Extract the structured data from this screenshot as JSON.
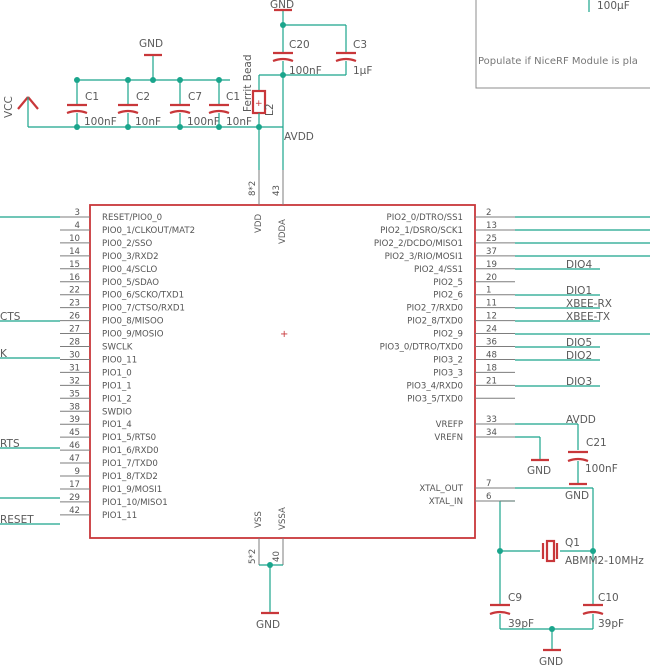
{
  "chip": {
    "left_pins": [
      {
        "num": "3",
        "name": "RESET/PIO0_0"
      },
      {
        "num": "4",
        "name": "PIO0_1/CLKOUT/MAT2"
      },
      {
        "num": "10",
        "name": "PIO0_2/SSO"
      },
      {
        "num": "14",
        "name": "PIO0_3/RXD2"
      },
      {
        "num": "15",
        "name": "PIO0_4/SCLO"
      },
      {
        "num": "16",
        "name": "PIO0_5/SDAO"
      },
      {
        "num": "22",
        "name": "PIO0_6/SCKO/TXD1"
      },
      {
        "num": "23",
        "name": "PIO0_7/CTSO/RXD1"
      },
      {
        "num": "26",
        "name": "PIO0_8/MISOO"
      },
      {
        "num": "27",
        "name": "PIO0_9/MOSIO"
      },
      {
        "num": "28",
        "name": "SWCLK"
      },
      {
        "num": "30",
        "name": "PIO0_11"
      },
      {
        "num": "31",
        "name": "PIO1_0"
      },
      {
        "num": "32",
        "name": "PIO1_1"
      },
      {
        "num": "35",
        "name": "PIO1_2"
      },
      {
        "num": "38",
        "name": "SWDIO"
      },
      {
        "num": "39",
        "name": "PIO1_4"
      },
      {
        "num": "45",
        "name": "PIO1_5/RTS0"
      },
      {
        "num": "46",
        "name": "PIO1_6/RXD0"
      },
      {
        "num": "47",
        "name": "PIO1_7/TXD0"
      },
      {
        "num": "9",
        "name": "PIO1_8/TXD2"
      },
      {
        "num": "17",
        "name": "PIO1_9/MOSI1"
      },
      {
        "num": "29",
        "name": "PIO1_10/MISO1"
      },
      {
        "num": "42",
        "name": "PIO1_11"
      }
    ],
    "right_pins": [
      {
        "num": "2",
        "name": "PIO2_0/DTRO/SS1"
      },
      {
        "num": "13",
        "name": "PIO2_1/DSRO/SCK1"
      },
      {
        "num": "25",
        "name": "PIO2_2/DCDO/MISO1"
      },
      {
        "num": "37",
        "name": "PIO2_3/RIO/MOSI1"
      },
      {
        "num": "19",
        "name": "PIO2_4/SS1"
      },
      {
        "num": "20",
        "name": "PIO2_5"
      },
      {
        "num": "1",
        "name": "PIO2_6"
      },
      {
        "num": "11",
        "name": "PIO2_7/RXD0"
      },
      {
        "num": "12",
        "name": "PIO2_8/TXD0"
      },
      {
        "num": "24",
        "name": "PIO2_9"
      },
      {
        "num": "36",
        "name": "PIO3_0/DTRO/TXD0"
      },
      {
        "num": "48",
        "name": "PIO3_2"
      },
      {
        "num": "18",
        "name": "PIO3_3"
      },
      {
        "num": "21",
        "name": "PIO3_4/RXD0"
      },
      {
        "num": "",
        "name": "PIO3_5/TXD0"
      }
    ],
    "vref": [
      {
        "num": "33",
        "name": "VREFP"
      },
      {
        "num": "34",
        "name": "VREFN"
      }
    ],
    "xtal": [
      {
        "num": "7",
        "name": "XTAL_OUT"
      },
      {
        "num": "6",
        "name": "XTAL_IN"
      }
    ],
    "vdd_label": "VDD",
    "vdda_label": "VDDA",
    "vss_label": "VSS",
    "vssa_label": "VSSA",
    "vdd_pins": "8*2",
    "vdda_pin": "43",
    "vss_pins": "5*2",
    "vssa_pin": "40"
  },
  "nets": {
    "gnd": "GND",
    "avdd": "AVDD",
    "vcc": "VCC",
    "pio4": "DIO4",
    "dio1": "DIO1",
    "xbee_rx": "XBEE-RX",
    "xbee_tx": "XBEE-TX",
    "dio5": "DIO5",
    "dio2": "DIO2",
    "dio3": "DIO3",
    "cts": "CTS",
    "clk": "K",
    "rts": "RTS",
    "reset": "RESET"
  },
  "components": {
    "c1": {
      "ref": "C1",
      "value": "100nF"
    },
    "c2": {
      "ref": "C2",
      "value": "10nF"
    },
    "c7": {
      "ref": "C7",
      "value": "100nF"
    },
    "c_partial": {
      "ref": "C1",
      "value": "10nF"
    },
    "c20": {
      "ref": "C20",
      "value": "100nF"
    },
    "c3": {
      "ref": "C3",
      "value": "1µF"
    },
    "l2": {
      "ref": "L2",
      "value": "Ferrit Bead"
    },
    "c21": {
      "ref": "C21",
      "value": "100nF"
    },
    "q1": {
      "ref": "Q1",
      "value": "ABMM2-10MHz"
    },
    "c9": {
      "ref": "C9",
      "value": "39pF"
    },
    "c10": {
      "ref": "C10",
      "value": "39pF"
    }
  },
  "note": {
    "cap_value": "100µF",
    "text": "Populate if NiceRF Module is pla"
  }
}
